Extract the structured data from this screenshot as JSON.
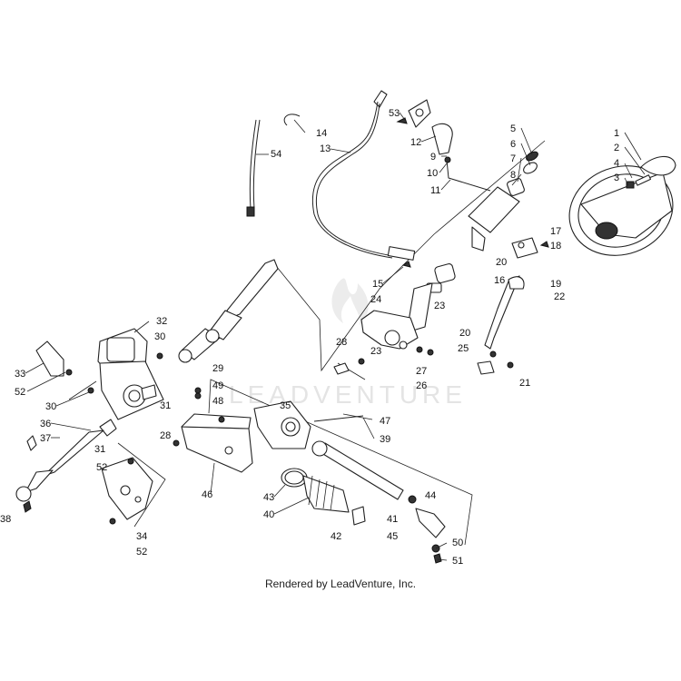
{
  "watermark": {
    "text": "LEADVENTURE"
  },
  "credit": "Rendered by LeadVenture, Inc.",
  "callouts": [
    "1",
    "2",
    "3",
    "4",
    "5",
    "6",
    "7",
    "8",
    "9",
    "10",
    "11",
    "12",
    "13",
    "14",
    "15",
    "16",
    "17",
    "18",
    "19",
    "20",
    "21",
    "22",
    "23",
    "24",
    "25",
    "26",
    "27",
    "28",
    "29",
    "30",
    "31",
    "32",
    "33",
    "34",
    "35",
    "36",
    "37",
    "38",
    "39",
    "40",
    "41",
    "42",
    "43",
    "44",
    "45",
    "46",
    "47",
    "48",
    "49",
    "50",
    "51",
    "52",
    "53",
    "54"
  ]
}
